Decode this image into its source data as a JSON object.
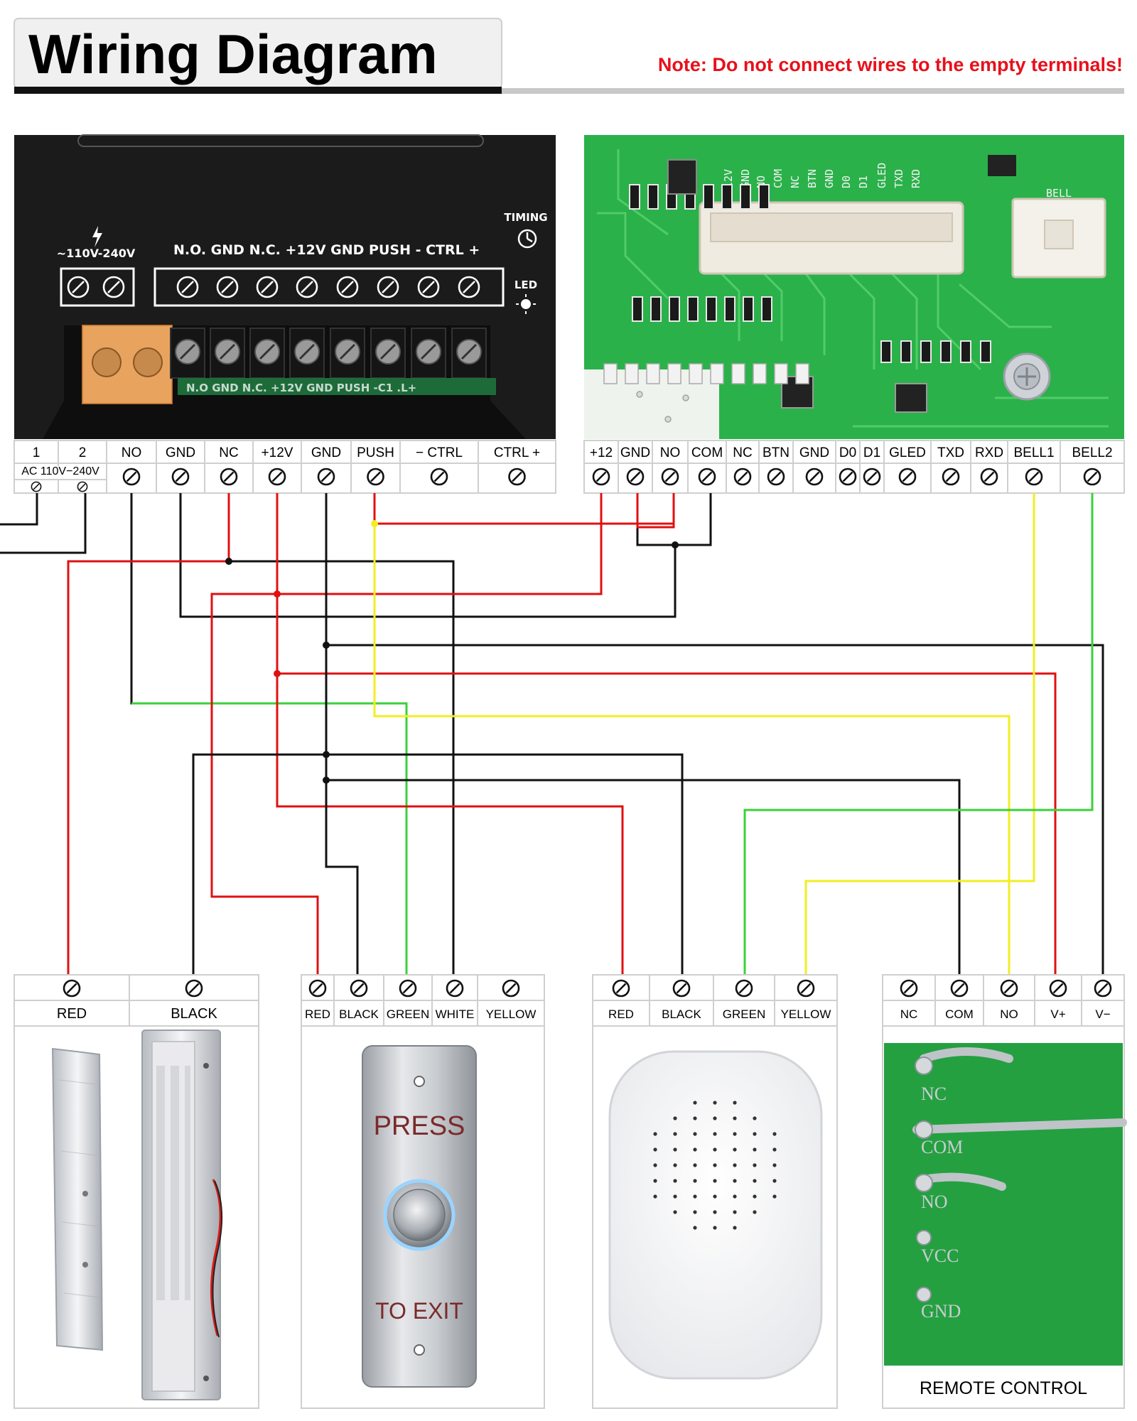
{
  "header": {
    "title": "Wiring Diagram",
    "note": "Note: Do not connect wires to the empty terminals!"
  },
  "colors": {
    "red": "#e01010",
    "black": "#111111",
    "green": "#3ad13a",
    "yellow": "#f2ee22",
    "note_red": "#e8101a",
    "psu_body": "#1a1a1a",
    "pcb_green": "#2bb14a"
  },
  "power_supply": {
    "panel": {
      "input_label": "~110V-240V",
      "output_label": "N.O.  GND  N.C.  +12V  GND  PUSH    - CTRL +",
      "timing_label": "TIMING",
      "led_label": "LED",
      "strip_text": "N.O  GND  N.C.  +12V  GND  PUSH  -C1  .L+"
    },
    "terminals": [
      "1",
      "2",
      "NO",
      "GND",
      "NC",
      "+12V",
      "GND",
      "PUSH",
      "− CTRL",
      "CTRL +"
    ],
    "ac_label": "AC 110V−240V"
  },
  "controller": {
    "terminals": [
      "+12",
      "GND",
      "NO",
      "COM",
      "NC",
      "BTN",
      "GND",
      "D0",
      "D1",
      "GLED",
      "TXD",
      "RXD",
      "BELL1",
      "BELL2"
    ],
    "silkscreen": [
      "12V",
      "GND",
      "NO",
      "COM",
      "NC",
      "BTN",
      "GND",
      "D0",
      "D1",
      "GLED",
      "TXD",
      "RXD",
      "BELL"
    ]
  },
  "devices": {
    "lock": {
      "terminals": [
        "RED",
        "BLACK"
      ]
    },
    "exit_button": {
      "terminals": [
        "RED",
        "BLACK",
        "GREEN",
        "WHITE",
        "YELLOW"
      ],
      "text_top": "PRESS",
      "text_bottom": "TO EXIT"
    },
    "doorbell": {
      "terminals": [
        "RED",
        "BLACK",
        "GREEN",
        "YELLOW"
      ]
    },
    "remote": {
      "terminals": [
        "NC",
        "COM",
        "NO",
        "V+",
        "V−"
      ],
      "caption": "REMOTE CONTROL",
      "board_labels": [
        "NC",
        "COM",
        "NO",
        "VCC",
        "GND"
      ]
    }
  }
}
